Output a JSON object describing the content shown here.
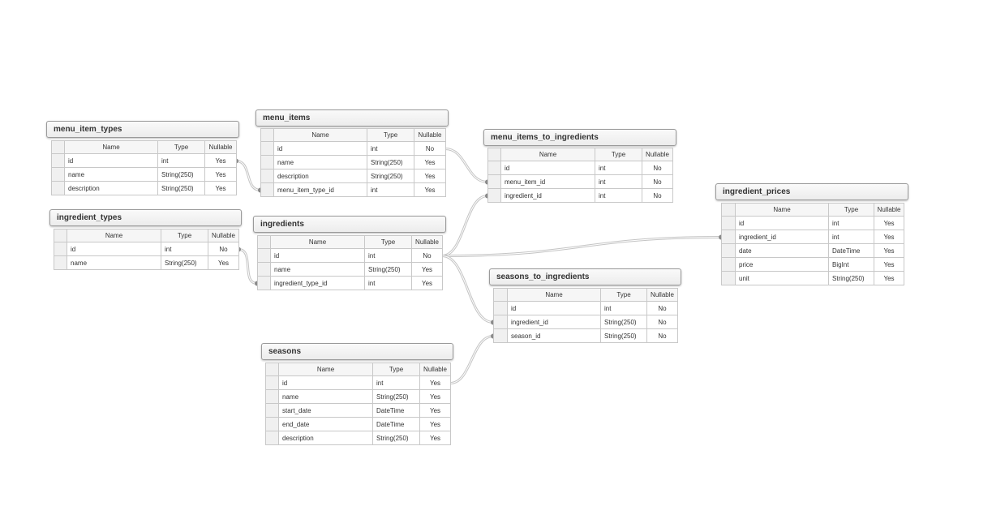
{
  "columns_header": {
    "name": "Name",
    "type": "Type",
    "nullable": "Nullable"
  },
  "entities": [
    {
      "id": "menu_item_types",
      "title": "menu_item_types",
      "columns": [
        {
          "name": "id",
          "type": "int",
          "nullable": "Yes"
        },
        {
          "name": "name",
          "type": "String(250)",
          "nullable": "Yes"
        },
        {
          "name": "description",
          "type": "String(250)",
          "nullable": "Yes"
        }
      ]
    },
    {
      "id": "menu_items",
      "title": "menu_items",
      "columns": [
        {
          "name": "id",
          "type": "int",
          "nullable": "No"
        },
        {
          "name": "name",
          "type": "String(250)",
          "nullable": "Yes"
        },
        {
          "name": "description",
          "type": "String(250)",
          "nullable": "Yes"
        },
        {
          "name": "menu_item_type_id",
          "type": "int",
          "nullable": "Yes"
        }
      ]
    },
    {
      "id": "menu_items_to_ingredients",
      "title": "menu_items_to_ingredients",
      "columns": [
        {
          "name": "id",
          "type": "int",
          "nullable": "No"
        },
        {
          "name": "menu_item_id",
          "type": "int",
          "nullable": "No"
        },
        {
          "name": "ingredient_id",
          "type": "int",
          "nullable": "No"
        }
      ]
    },
    {
      "id": "ingredient_prices",
      "title": "ingredient_prices",
      "columns": [
        {
          "name": "id",
          "type": "int",
          "nullable": "Yes"
        },
        {
          "name": "ingredient_id",
          "type": "int",
          "nullable": "Yes"
        },
        {
          "name": "date",
          "type": "DateTime",
          "nullable": "Yes"
        },
        {
          "name": "price",
          "type": "BigInt",
          "nullable": "Yes"
        },
        {
          "name": "unit",
          "type": "String(250)",
          "nullable": "Yes"
        }
      ]
    },
    {
      "id": "ingredient_types",
      "title": "ingredient_types",
      "columns": [
        {
          "name": "id",
          "type": "int",
          "nullable": "No"
        },
        {
          "name": "name",
          "type": "String(250)",
          "nullable": "Yes"
        }
      ]
    },
    {
      "id": "ingredients",
      "title": "ingredients",
      "columns": [
        {
          "name": "id",
          "type": "int",
          "nullable": "No"
        },
        {
          "name": "name",
          "type": "String(250)",
          "nullable": "Yes"
        },
        {
          "name": "ingredient_type_id",
          "type": "int",
          "nullable": "Yes"
        }
      ]
    },
    {
      "id": "seasons_to_ingredients",
      "title": "seasons_to_ingredients",
      "columns": [
        {
          "name": "id",
          "type": "int",
          "nullable": "No"
        },
        {
          "name": "ingredient_id",
          "type": "String(250)",
          "nullable": "No"
        },
        {
          "name": "season_id",
          "type": "String(250)",
          "nullable": "No"
        }
      ]
    },
    {
      "id": "seasons",
      "title": "seasons",
      "columns": [
        {
          "name": "id",
          "type": "int",
          "nullable": "Yes"
        },
        {
          "name": "name",
          "type": "String(250)",
          "nullable": "Yes"
        },
        {
          "name": "start_date",
          "type": "DateTime",
          "nullable": "Yes"
        },
        {
          "name": "end_date",
          "type": "DateTime",
          "nullable": "Yes"
        },
        {
          "name": "description",
          "type": "String(250)",
          "nullable": "Yes"
        }
      ]
    }
  ],
  "relationships": [
    {
      "from": "menu_item_types.id",
      "to": "menu_items.menu_item_type_id"
    },
    {
      "from": "menu_items.id",
      "to": "menu_items_to_ingredients.menu_item_id"
    },
    {
      "from": "ingredient_types.id",
      "to": "ingredients.ingredient_type_id"
    },
    {
      "from": "ingredients.id",
      "to": "menu_items_to_ingredients.ingredient_id"
    },
    {
      "from": "ingredients.id",
      "to": "ingredient_prices.ingredient_id"
    },
    {
      "from": "ingredients.id",
      "to": "seasons_to_ingredients.ingredient_id"
    },
    {
      "from": "seasons.id",
      "to": "seasons_to_ingredients.season_id"
    }
  ],
  "colors": {
    "connector": "#c4c4c4",
    "header_border": "#9a9a9a",
    "grid": "#c8c8c8"
  }
}
